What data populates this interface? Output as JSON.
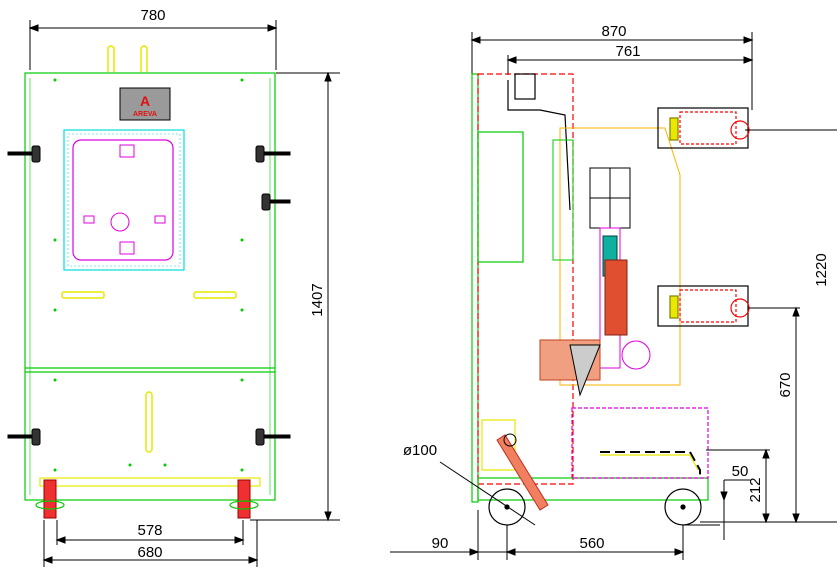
{
  "front_view": {
    "dimensions": {
      "overall_width": "780",
      "overall_height": "1407",
      "wheel_inner_spacing": "578",
      "wheel_outer_spacing": "680"
    },
    "logo": {
      "symbol": "A",
      "text": "AREVA",
      "background": "#9a9a9a",
      "color": "#e01010"
    }
  },
  "side_view": {
    "dimensions": {
      "overall_depth": "870",
      "depth_to_terminals": "761",
      "terminal_height": "1220",
      "lower_terminal_height": "670",
      "floor_to_base": "212",
      "wheel_offset": "50",
      "wheel_diameter": "ø100",
      "front_offset": "90",
      "wheel_base": "560"
    }
  },
  "colors": {
    "frame": "#00cc00",
    "outline_red": "#ff0000",
    "panel_cyan": "#00e0e0",
    "panel_magenta": "#e000e0",
    "yellow": "#e8e800",
    "orange": "#ffb300",
    "dimension": "#000000"
  }
}
